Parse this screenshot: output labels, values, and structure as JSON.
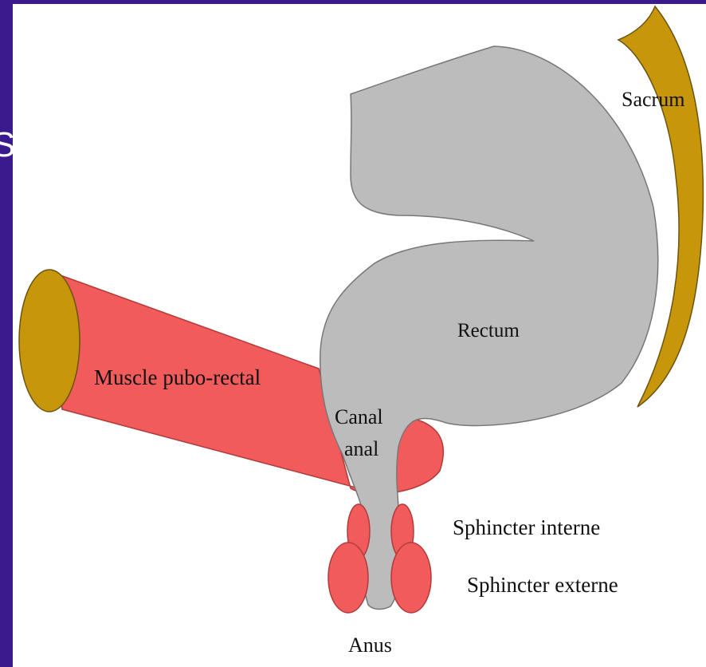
{
  "colors": {
    "frame": "#3a1a8c",
    "bone": "#c8960b",
    "muscle": "#f15b5b",
    "rectum": "#bcbcbc"
  },
  "slide_edge_fragment": "S",
  "labels": {
    "sacrum": "Sacrum",
    "rectum": "Rectum",
    "muscle_pubo_rectal": "Muscle pubo-rectal",
    "canal_line1": "Canal",
    "canal_line2": "anal",
    "sphincter_interne": "Sphincter interne",
    "sphincter_externe": "Sphincter externe",
    "anus": "Anus"
  }
}
